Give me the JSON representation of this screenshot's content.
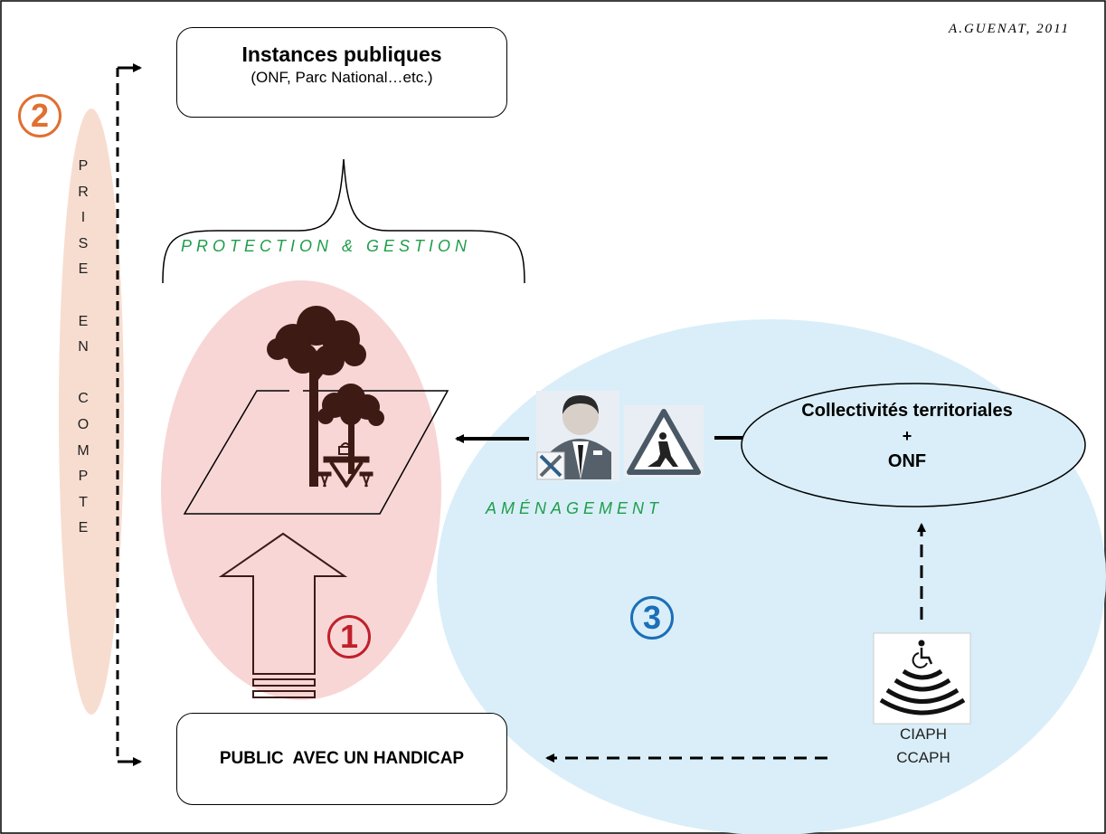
{
  "credit": "A.GUENAT, 2011",
  "instances": {
    "title": "Instances publiques",
    "subtitle": "(ONF, Parc National…etc.)"
  },
  "protection_label": "PROTECTION & GESTION",
  "amenagement_label": "AMÉNAGEMENT",
  "public_label": "PUBLIC  AVEC UN HANDICAP",
  "collectivites": {
    "line1": "Collectivités territoriales",
    "plus": "+",
    "line2": "ONF"
  },
  "commissions": [
    "CIAPH",
    "CCAPH"
  ],
  "numbers": {
    "one": "1",
    "two": "2",
    "three": "3"
  },
  "prise_en_compte": [
    "P",
    "R",
    "I",
    "S",
    "E",
    "",
    "E",
    "N",
    "",
    "C",
    "O",
    "M",
    "P",
    "T",
    "E"
  ],
  "icons": [
    "tree-icon",
    "picnic-table-icon",
    "worker-icon",
    "tools-icon",
    "roadwork-sign-icon",
    "wheelchair-signal-icon"
  ],
  "colors": {
    "zone1": "#f8d6d6",
    "zone2": "#f7ddd0",
    "zone3": "#d9eef8",
    "green_text": "#1e9e4a",
    "num1": "#c0202a",
    "num2": "#e07030",
    "num3": "#1a6fb8",
    "tree": "#3d1a14"
  }
}
